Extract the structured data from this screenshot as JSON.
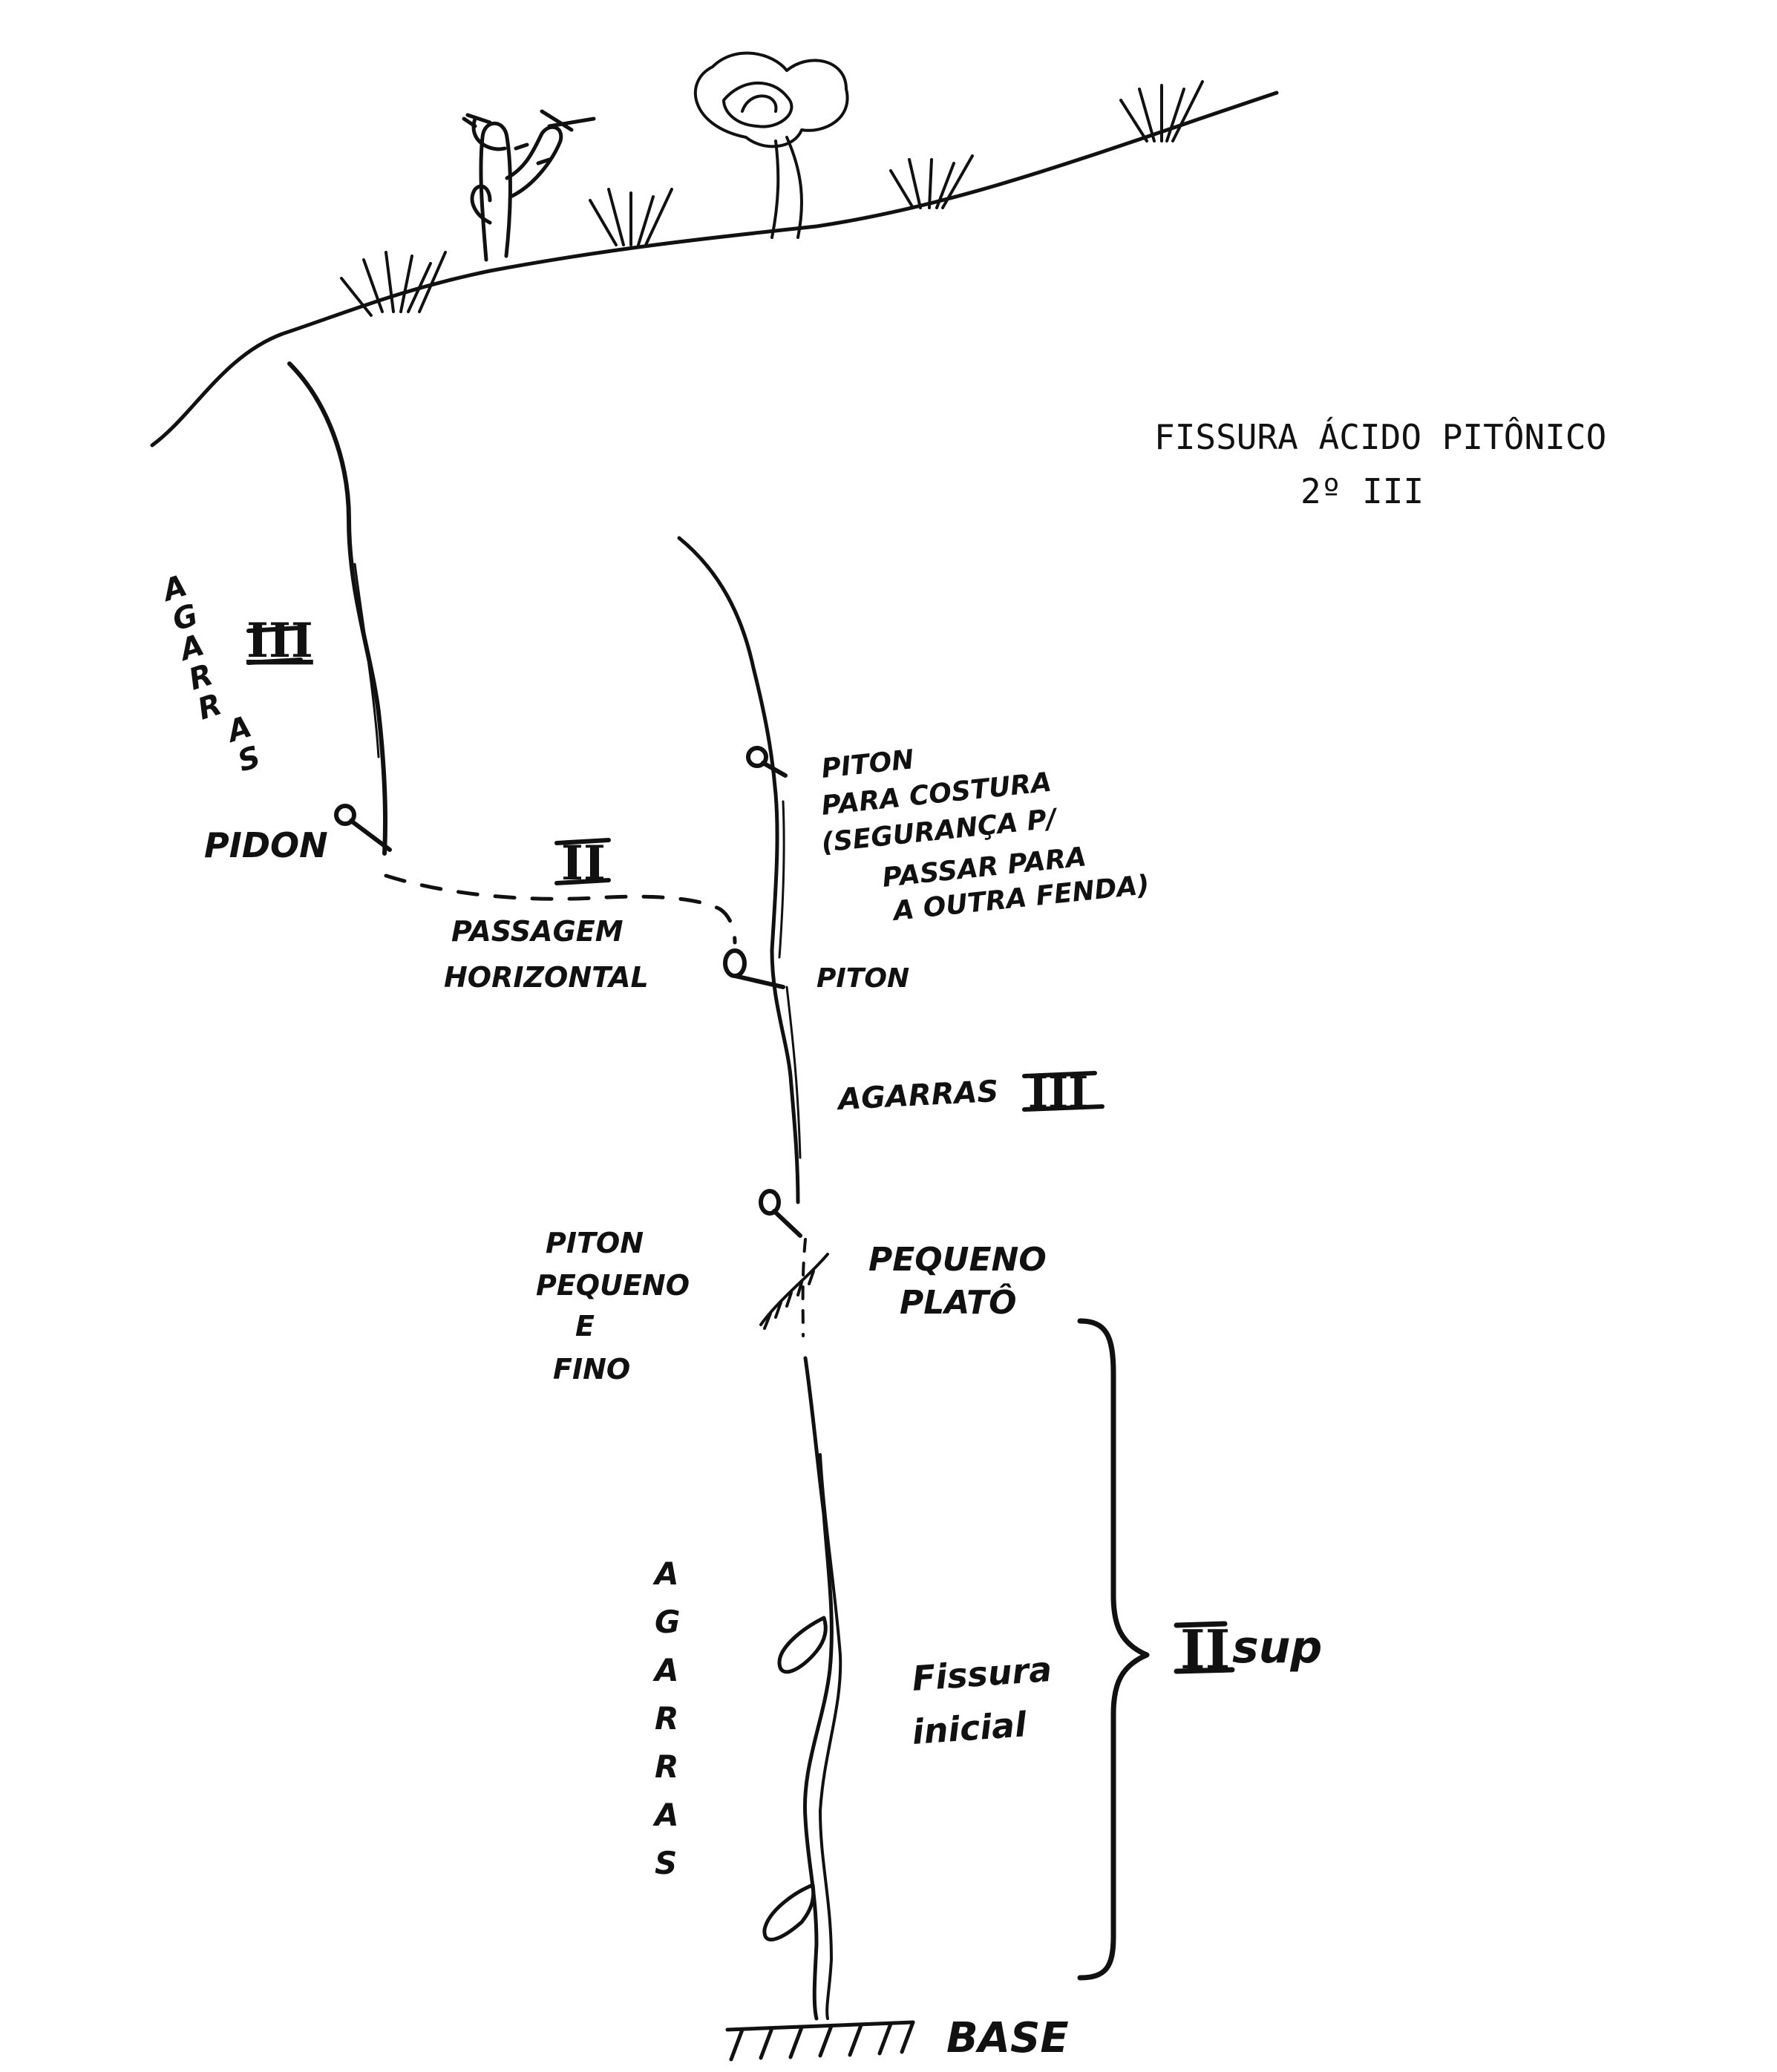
{
  "title": {
    "line1": "FISSURA ÁCIDO PITÔNICO",
    "line2": "2º III"
  },
  "labels": {
    "agarras_upper_left": [
      "A",
      "G",
      "A",
      "R",
      "R",
      "A",
      "S"
    ],
    "grade_upper_left": "III",
    "pidon": "PIDON",
    "grade_traverse": "II",
    "passagem_line1": "PASSAGEM",
    "passagem_line2": "HORIZONTAL",
    "piton_costura": [
      "PITON",
      "PARA COSTURA",
      "(SEGURANÇA P/",
      "PASSAR PARA",
      "A OUTRA FENDA)"
    ],
    "piton_mid": "PITON",
    "agarras_mid": "AGARRAS",
    "grade_mid": "III",
    "piton_pequeno": [
      "PITON",
      "PEQUENO",
      "E",
      "FINO"
    ],
    "pequeno_plato": [
      "PEQUENO",
      "PLATÔ"
    ],
    "agarras_lower": [
      "A",
      "G",
      "A",
      "R",
      "R",
      "A",
      "S"
    ],
    "fissura_inicial": [
      "Fissura",
      "inicial"
    ],
    "grade_lower": "II",
    "grade_lower_suffix": "sup",
    "base": "BASE"
  }
}
